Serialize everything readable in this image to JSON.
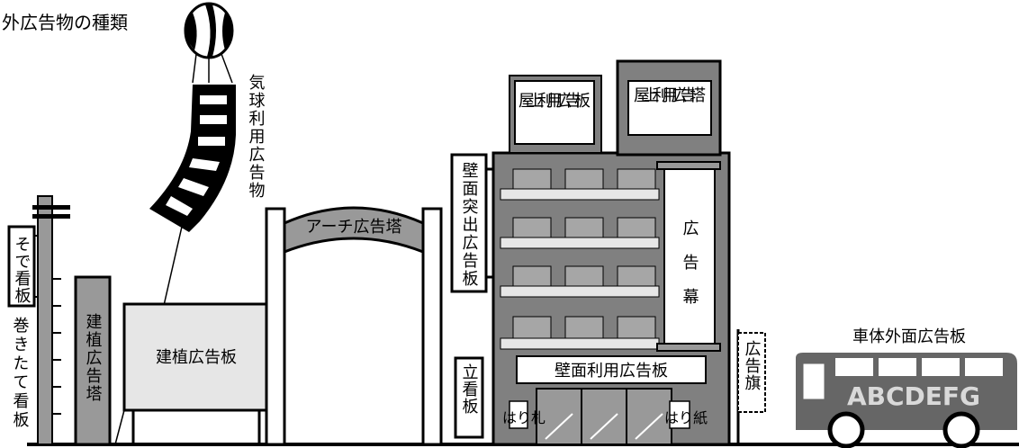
{
  "title": "外広告物の種類",
  "labels": {
    "balloon": "気球利用広告物",
    "sleeve_sign": "そで看板",
    "wrap_sign": "巻きたて看板",
    "pole_tower": "建植広告塔",
    "pole_board": "建植広告板",
    "arch": "アーチ広告塔",
    "wall_projecting": "壁面突出広告板",
    "standing_sign": "立看板",
    "rooftop_board": "屋上利用広告板",
    "rooftop_tower": "屋上利用広告塔",
    "curtain": "広告幕",
    "wall_board": "壁面利用広告板",
    "bill_left": "はり札",
    "bill_right": "はり紙",
    "flag": "広告旗",
    "bus": "車体外面広告板",
    "bus_text": "ABCDEFG"
  }
}
